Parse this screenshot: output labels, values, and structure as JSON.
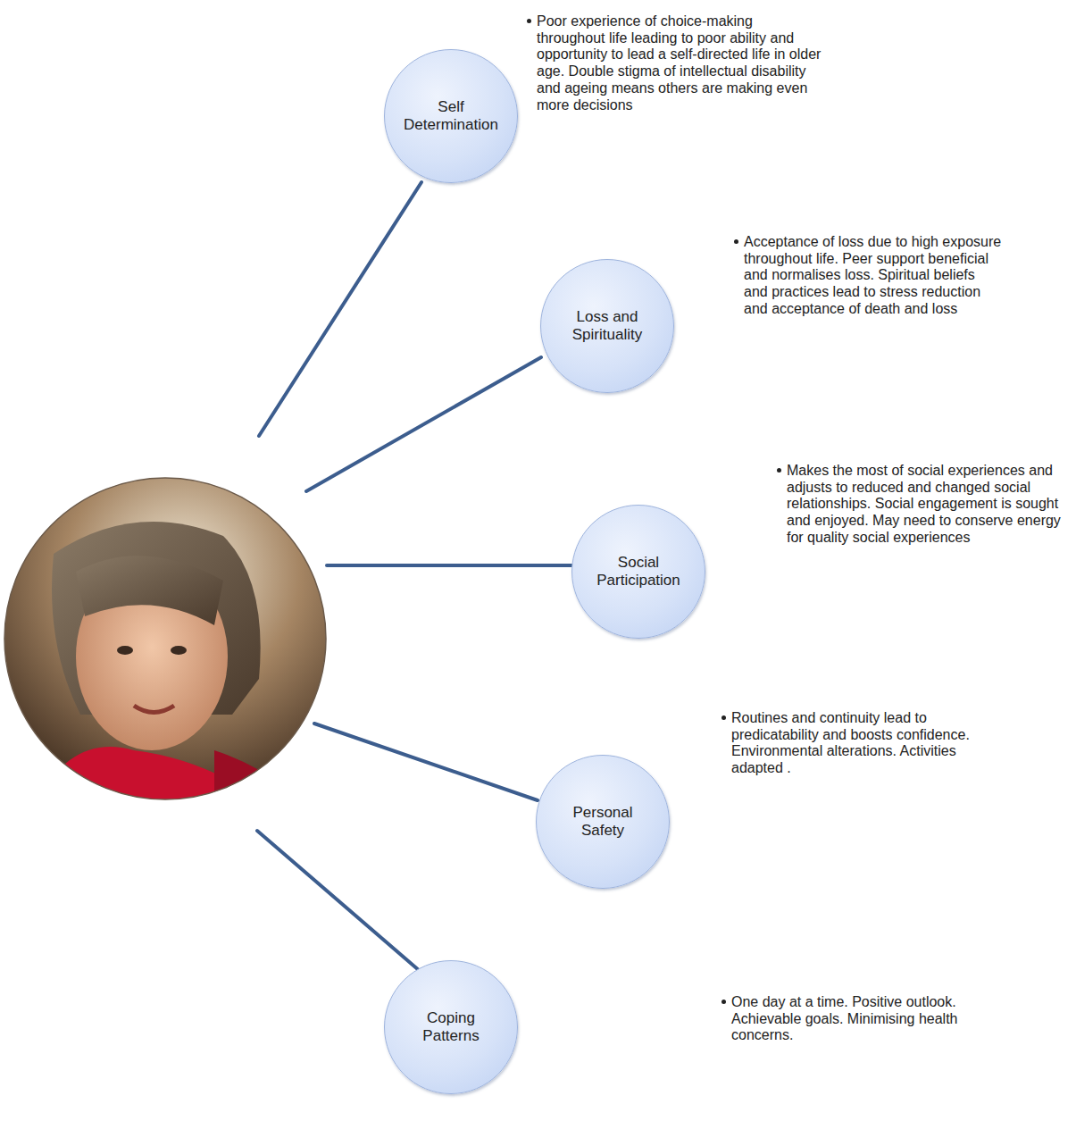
{
  "diagram": {
    "nodes": [
      {
        "text": [
          "Self Determination",
          "Poor experience of choice-making throughout life leading to poor ability and opportunity to lead a self-directed life in older age. Double stigma of intellectual disability and ageing means others are making even more decisions"
        ]
      },
      {
        "text": [
          "Loss and Spirituality",
          "Acceptance of loss due to high exposure throughout life. Peer support beneficial and normalises loss. Spiritual beliefs and practices lead to stress reduction and acceptance of death and loss"
        ]
      },
      {
        "text": [
          "Social Participation",
          "Makes the most of social experiences and adjusts to reduced and changed social relationships. Social engagement is sought and enjoyed. May need to conserve energy for quality social experiences"
        ]
      },
      {
        "text": [
          "Personal Safety",
          "Routines and continuity lead to predicatability and boosts confidence. Environmental alterations. Activities adapted ."
        ]
      },
      {
        "text": [
          "Coping Patterns",
          "One day at a time. Positive outlook. Achievable goals. Minimising health concerns."
        ]
      }
    ]
  }
}
